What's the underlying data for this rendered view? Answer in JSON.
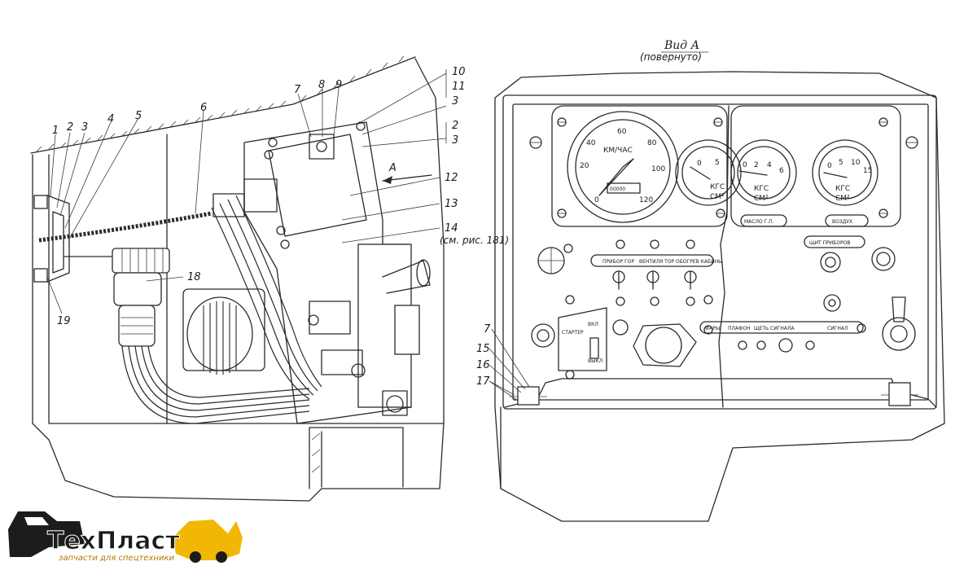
{
  "view": {
    "title": "Вид А",
    "subtitle": "(повернуто)",
    "arrow_label": "A"
  },
  "left_callouts": {
    "c1": "1",
    "c2": "2",
    "c3": "3",
    "c4": "4",
    "c5": "5",
    "c6": "6",
    "c7": "7",
    "c8": "8",
    "c9": "9",
    "c10": "10",
    "c11": "11",
    "c3b": "3",
    "c2b": "2",
    "c3c": "3",
    "c12": "12",
    "c13": "13",
    "c14": "14",
    "c14note": "(см. рис. 181)",
    "c18": "18",
    "c19": "19"
  },
  "right_callouts": {
    "c7": "7",
    "c15": "15",
    "c16": "16",
    "c17": "17"
  },
  "gauges": {
    "speedometer": {
      "unit": "КМ/ЧАС",
      "odometer": "00000",
      "ticks": [
        "0",
        "20",
        "40",
        "60",
        "80",
        "100",
        "120"
      ]
    },
    "gauge1": {
      "unit_top": "КГС",
      "unit_bottom": "СМ²",
      "ticks": [
        "0",
        "5"
      ]
    },
    "gauge2": {
      "unit_top": "КГС",
      "unit_bottom": "СМ²",
      "ticks": [
        "0",
        "2",
        "4",
        "6"
      ],
      "plate": "МАСЛО Г.П."
    },
    "gauge3": {
      "unit_top": "КГС",
      "unit_bottom": "СМ²",
      "ticks": [
        "0",
        "5",
        "10",
        "15"
      ],
      "plate": "ВОЗДУХ"
    }
  },
  "plates": {
    "p1": "ПРИБОР ГОР",
    "p2": "ВЕНТИЛЯ ТОР",
    "p3": "ОБОГРЕВ КАБИНЫ",
    "p4": "ЩИТ ПРИБОРОВ",
    "p5": "СТАРТЕР",
    "p6": "ВКЛ",
    "p7": "ВЫКЛ",
    "p8": "ФАРЫ",
    "p9": "ПЛАФОН",
    "p10": "ЩЕТЬ СИГНАЛА",
    "p11": "СИГНАЛ"
  },
  "watermark": {
    "brand": "ТехПласт",
    "tagline": "запчасти для спецтехники"
  },
  "colors": {
    "ink": "#2a2a2a",
    "paper": "#ffffff",
    "brand_dark": "#1c1c1c",
    "brand_accent": "#f2b705",
    "tagline": "#b07a00"
  }
}
